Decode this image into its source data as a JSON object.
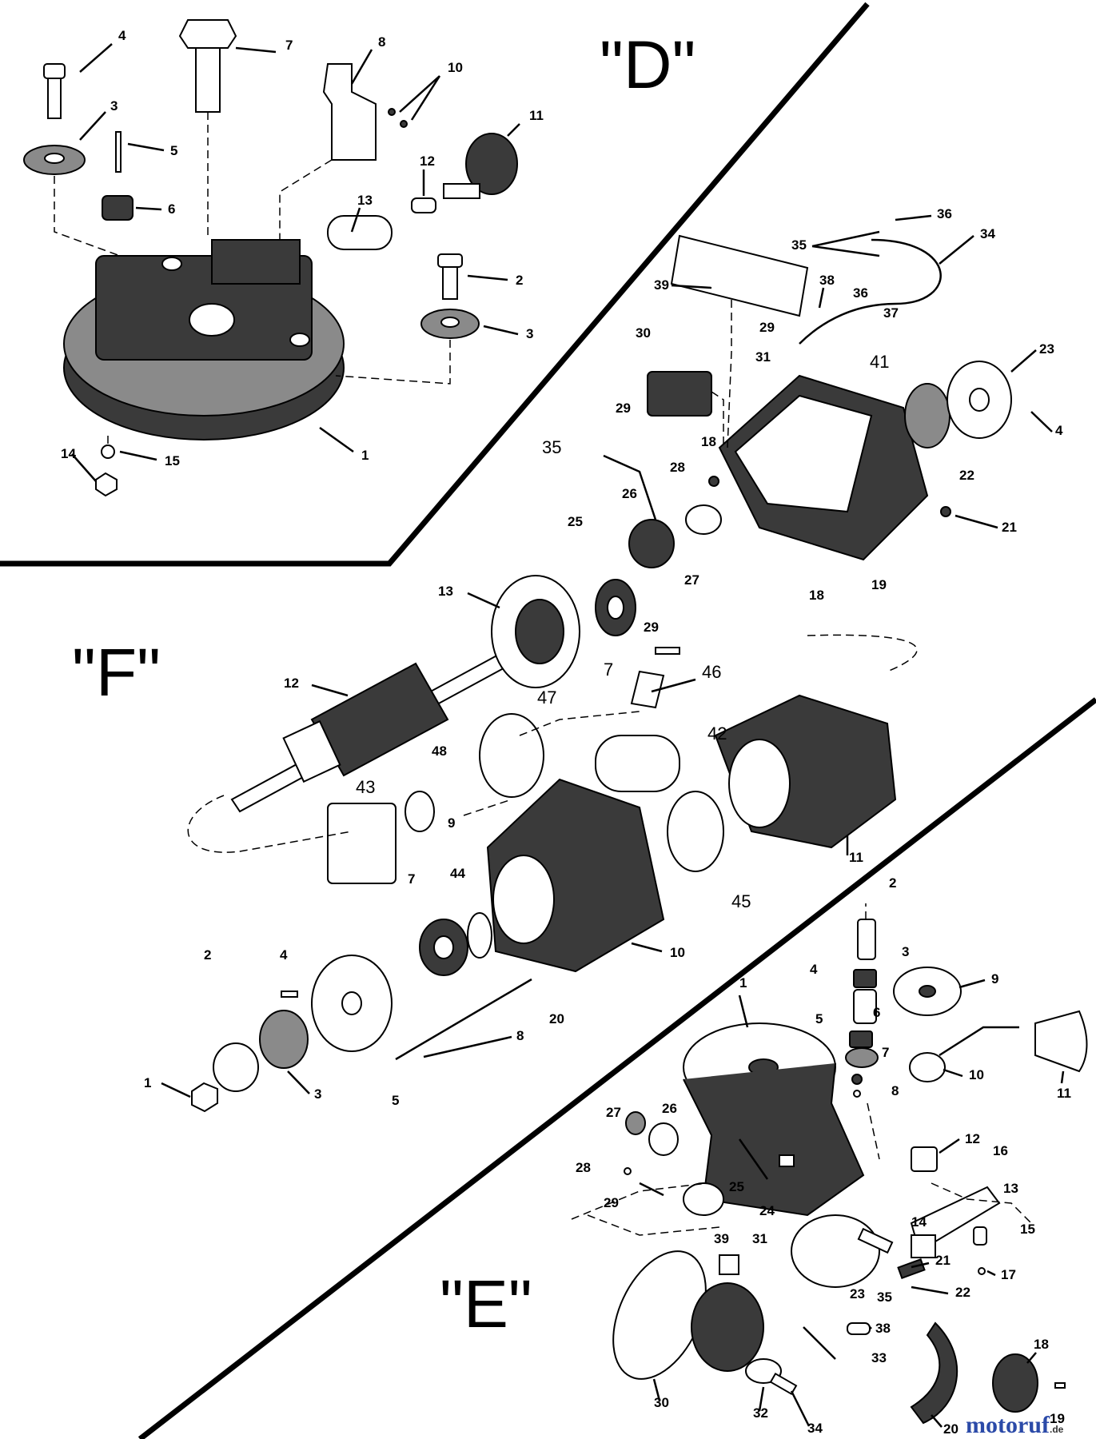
{
  "sections": {
    "d": "\"D\"",
    "f": "\"F\"",
    "e": "\"E\""
  },
  "callouts_d_top": [
    "4",
    "7",
    "8",
    "10",
    "3",
    "5",
    "11",
    "12",
    "6",
    "13",
    "2",
    "3",
    "1",
    "14",
    "15"
  ],
  "callouts_d_right": [
    "36",
    "35",
    "34",
    "39",
    "38",
    "36",
    "37",
    "29",
    "31",
    "30",
    "23",
    "41",
    "29",
    "4",
    "18",
    "28",
    "22",
    "35",
    "26",
    "25",
    "21",
    "27",
    "18",
    "19"
  ],
  "callouts_f": [
    "13",
    "29",
    "7",
    "46",
    "12",
    "47",
    "42",
    "48",
    "43",
    "9",
    "11",
    "45",
    "7",
    "44",
    "2",
    "4",
    "10",
    "20",
    "8",
    "1",
    "3",
    "5"
  ],
  "callouts_e": [
    "2",
    "3",
    "1",
    "4",
    "9",
    "5",
    "6",
    "7",
    "10",
    "11",
    "8",
    "27",
    "26",
    "12",
    "16",
    "28",
    "25",
    "24",
    "13",
    "29",
    "14",
    "15",
    "39",
    "31",
    "21",
    "17",
    "23",
    "35",
    "22",
    "38",
    "33",
    "30",
    "32",
    "34",
    "20",
    "18",
    "19"
  ],
  "colors": {
    "ink": "#000000",
    "paper": "#ffffff",
    "watermark_main": "#2b4aa8",
    "watermark_accent": "#e05a1a"
  },
  "watermark": {
    "main": "motoruf",
    "suffix": ".de"
  }
}
